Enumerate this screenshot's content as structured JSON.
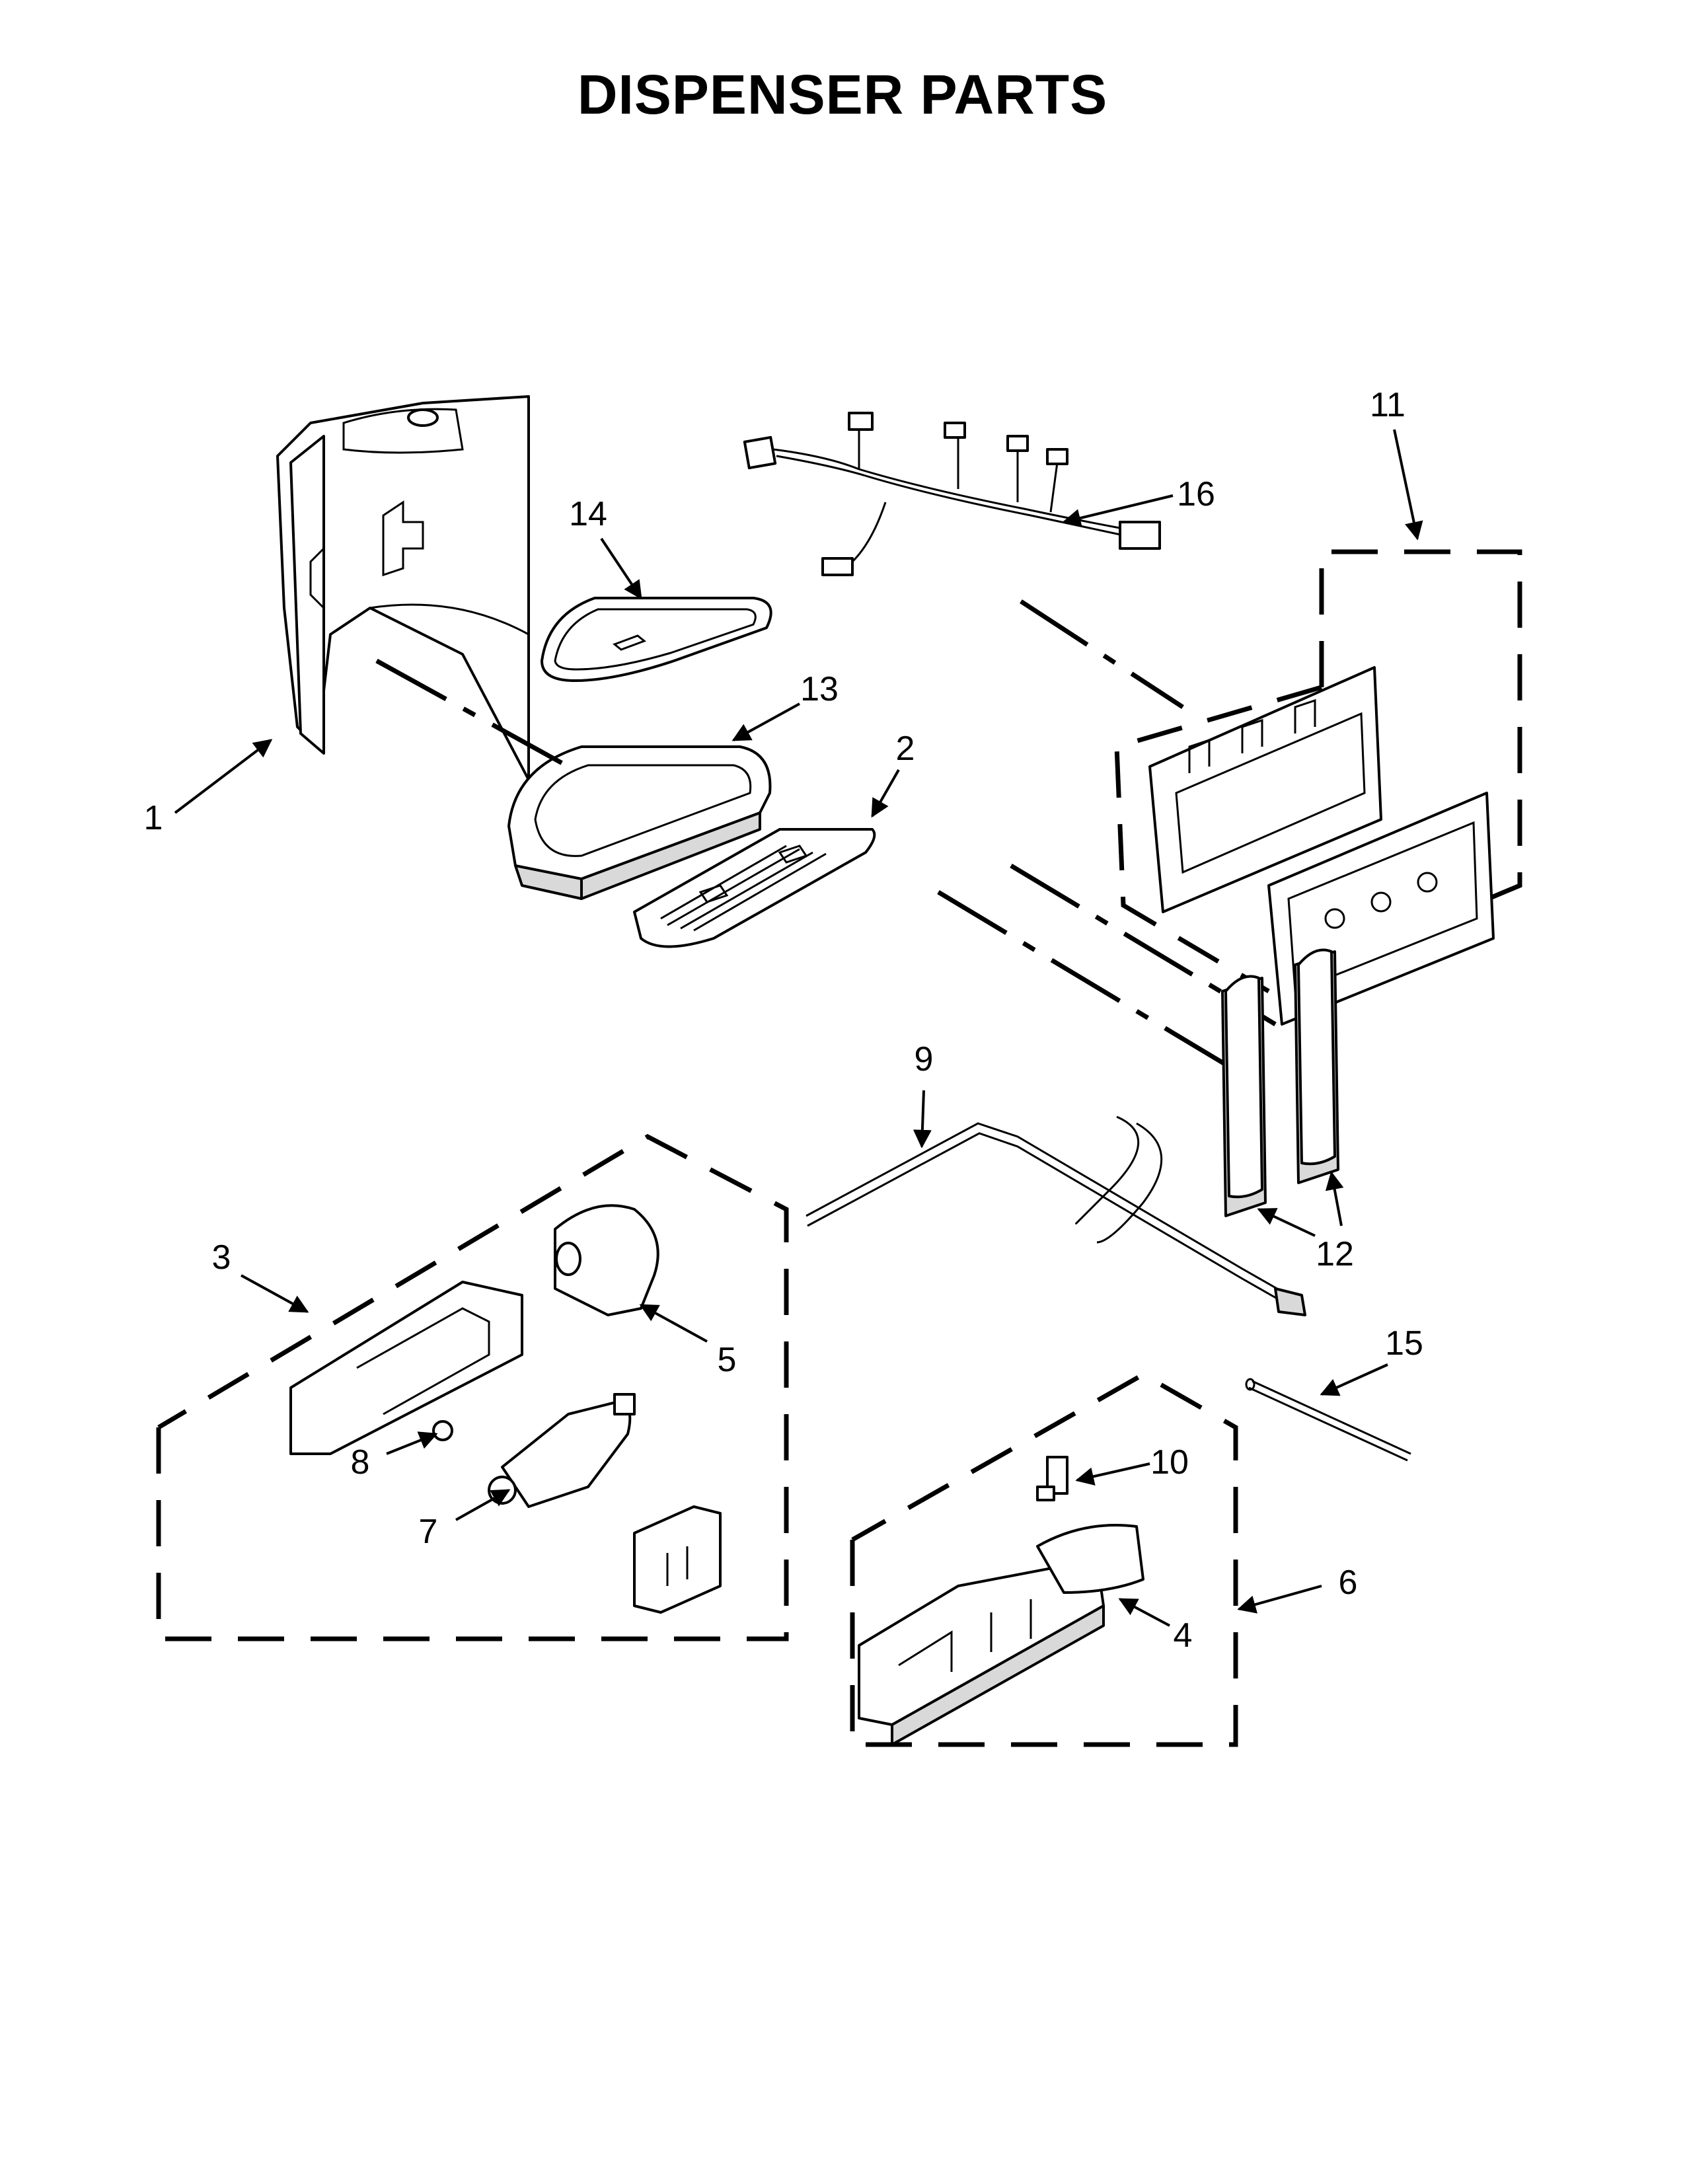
{
  "title": "DISPENSER PARTS",
  "callouts": {
    "c1": "1",
    "c2": "2",
    "c3": "3",
    "c4": "4",
    "c5": "5",
    "c6": "6",
    "c7": "7",
    "c8": "8",
    "c9": "9",
    "c10": "10",
    "c11": "11",
    "c12": "12",
    "c13": "13",
    "c14": "14",
    "c15": "15",
    "c16": "16"
  }
}
